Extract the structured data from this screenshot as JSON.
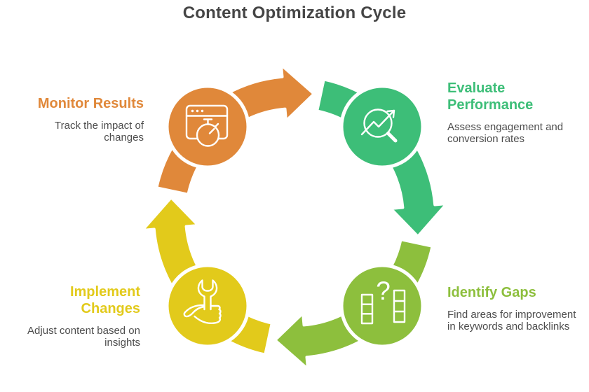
{
  "title": "Content Optimization Cycle",
  "palette": {
    "orange": "#E0883A",
    "green": "#3DBE78",
    "lime": "#8DBF3D",
    "yellow": "#E2CA1B",
    "title_text": "#454545",
    "body_text": "#4D4D4D"
  },
  "steps": [
    {
      "label": "Monitor Results",
      "description": "Track the impact of changes",
      "color": "#E0883A",
      "icon": "browser-stopwatch-icon"
    },
    {
      "label": "Evaluate Performance",
      "description": "Assess engagement and conversion rates",
      "color": "#3DBE78",
      "icon": "magnifier-trend-icon"
    },
    {
      "label": "Identify Gaps",
      "description": "Find areas for improvement in keywords and backlinks",
      "color": "#8DBF3D",
      "icon": "bars-question-icon"
    },
    {
      "label": "Implement Changes",
      "description": "Adjust content based on insights",
      "color": "#E2CA1B",
      "icon": "hand-wrench-icon"
    }
  ],
  "icons": {
    "question_mark_glyph": "?"
  }
}
